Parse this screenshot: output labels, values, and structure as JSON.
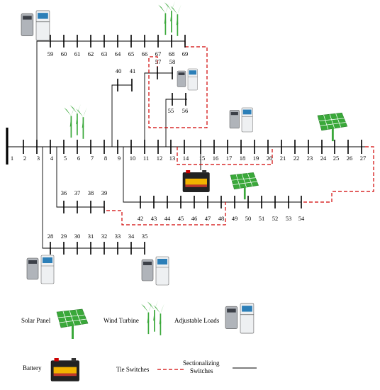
{
  "legend": {
    "solar_panel": "Solar Panel",
    "wind_turbine": "Wind Turbine",
    "adjustable_loads": "Adjustable Loads",
    "battery": "Battery",
    "tie_switches": "Tie Switches",
    "sectionalizing_switches": "Sectionalizing Switches"
  },
  "buses": {
    "main": [
      "1",
      "2",
      "3",
      "4",
      "5",
      "6",
      "7",
      "8",
      "9",
      "10",
      "11",
      "12",
      "13",
      "14",
      "15",
      "16",
      "17",
      "18",
      "19",
      "20",
      "21",
      "22",
      "23",
      "24",
      "25",
      "26",
      "27"
    ],
    "b28_35": [
      "28",
      "29",
      "30",
      "31",
      "32",
      "33",
      "34",
      "35"
    ],
    "b36_39": [
      "36",
      "37",
      "38",
      "39"
    ],
    "b42_54": [
      "42",
      "43",
      "44",
      "45",
      "46",
      "47",
      "48",
      "49",
      "50",
      "51",
      "52",
      "53",
      "54"
    ],
    "b59_69": [
      "59",
      "60",
      "61",
      "62",
      "63",
      "64",
      "65",
      "66",
      "67",
      "68",
      "69"
    ],
    "b40_41": [
      "40",
      "41"
    ],
    "b57_58": [
      "57",
      "58"
    ],
    "b55_56": [
      "55",
      "56"
    ]
  },
  "colors": {
    "tie": "#d00000",
    "line": "#000000",
    "green": "#3aa83a"
  }
}
